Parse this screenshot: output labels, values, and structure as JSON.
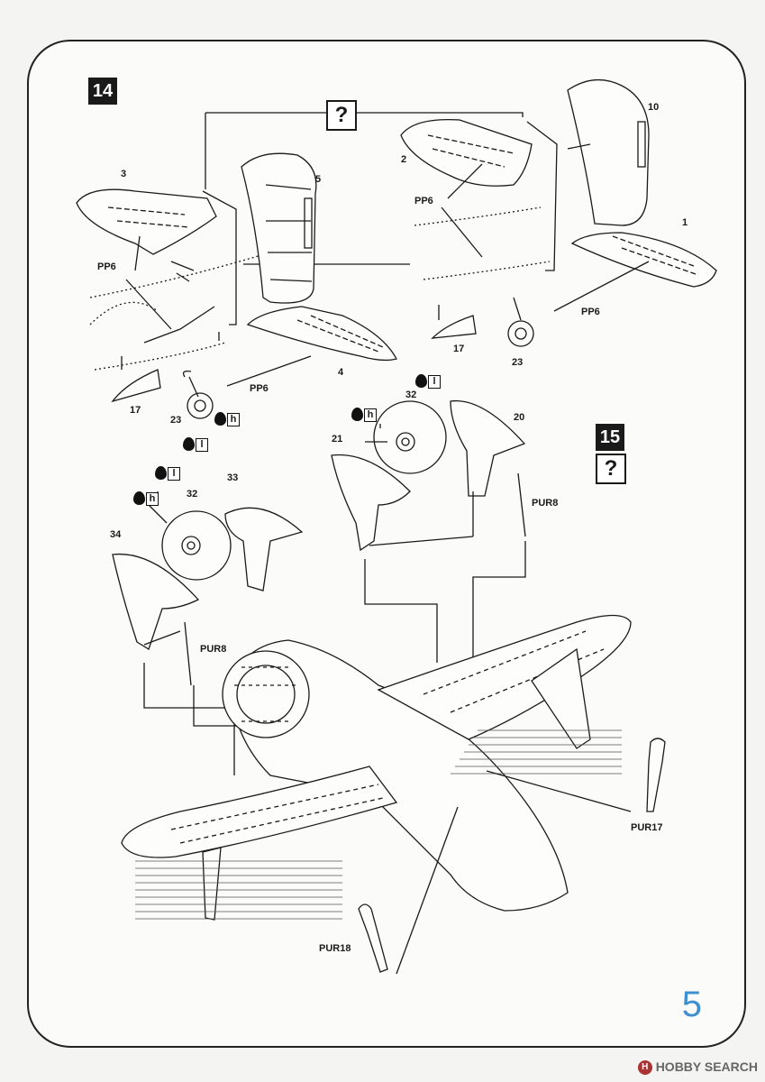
{
  "steps": {
    "step14": "14",
    "step15": "15",
    "question_mark": "?"
  },
  "labels": {
    "p3": "3",
    "p5": "5",
    "p2": "2",
    "p10": "10",
    "p1": "1",
    "pp6_a": "PP6",
    "pp6_b": "PP6",
    "pp6_c": "PP6",
    "pp6_d": "PP6",
    "p4": "4",
    "p17_a": "17",
    "p17_b": "17",
    "p23_a": "23",
    "p23_b": "23",
    "p32_a": "32",
    "p32_b": "32",
    "p33": "33",
    "p34": "34",
    "p20": "20",
    "p21": "21",
    "pur8_a": "PUR8",
    "pur8_b": "PUR8",
    "pur17": "PUR17",
    "pur18": "PUR18"
  },
  "paint_codes": {
    "h": "h",
    "l": "l"
  },
  "page_number": "5",
  "watermark": "HOBBY SEARCH",
  "colors": {
    "page_number": "#3d8fd0",
    "ink": "#1a1a1a"
  }
}
